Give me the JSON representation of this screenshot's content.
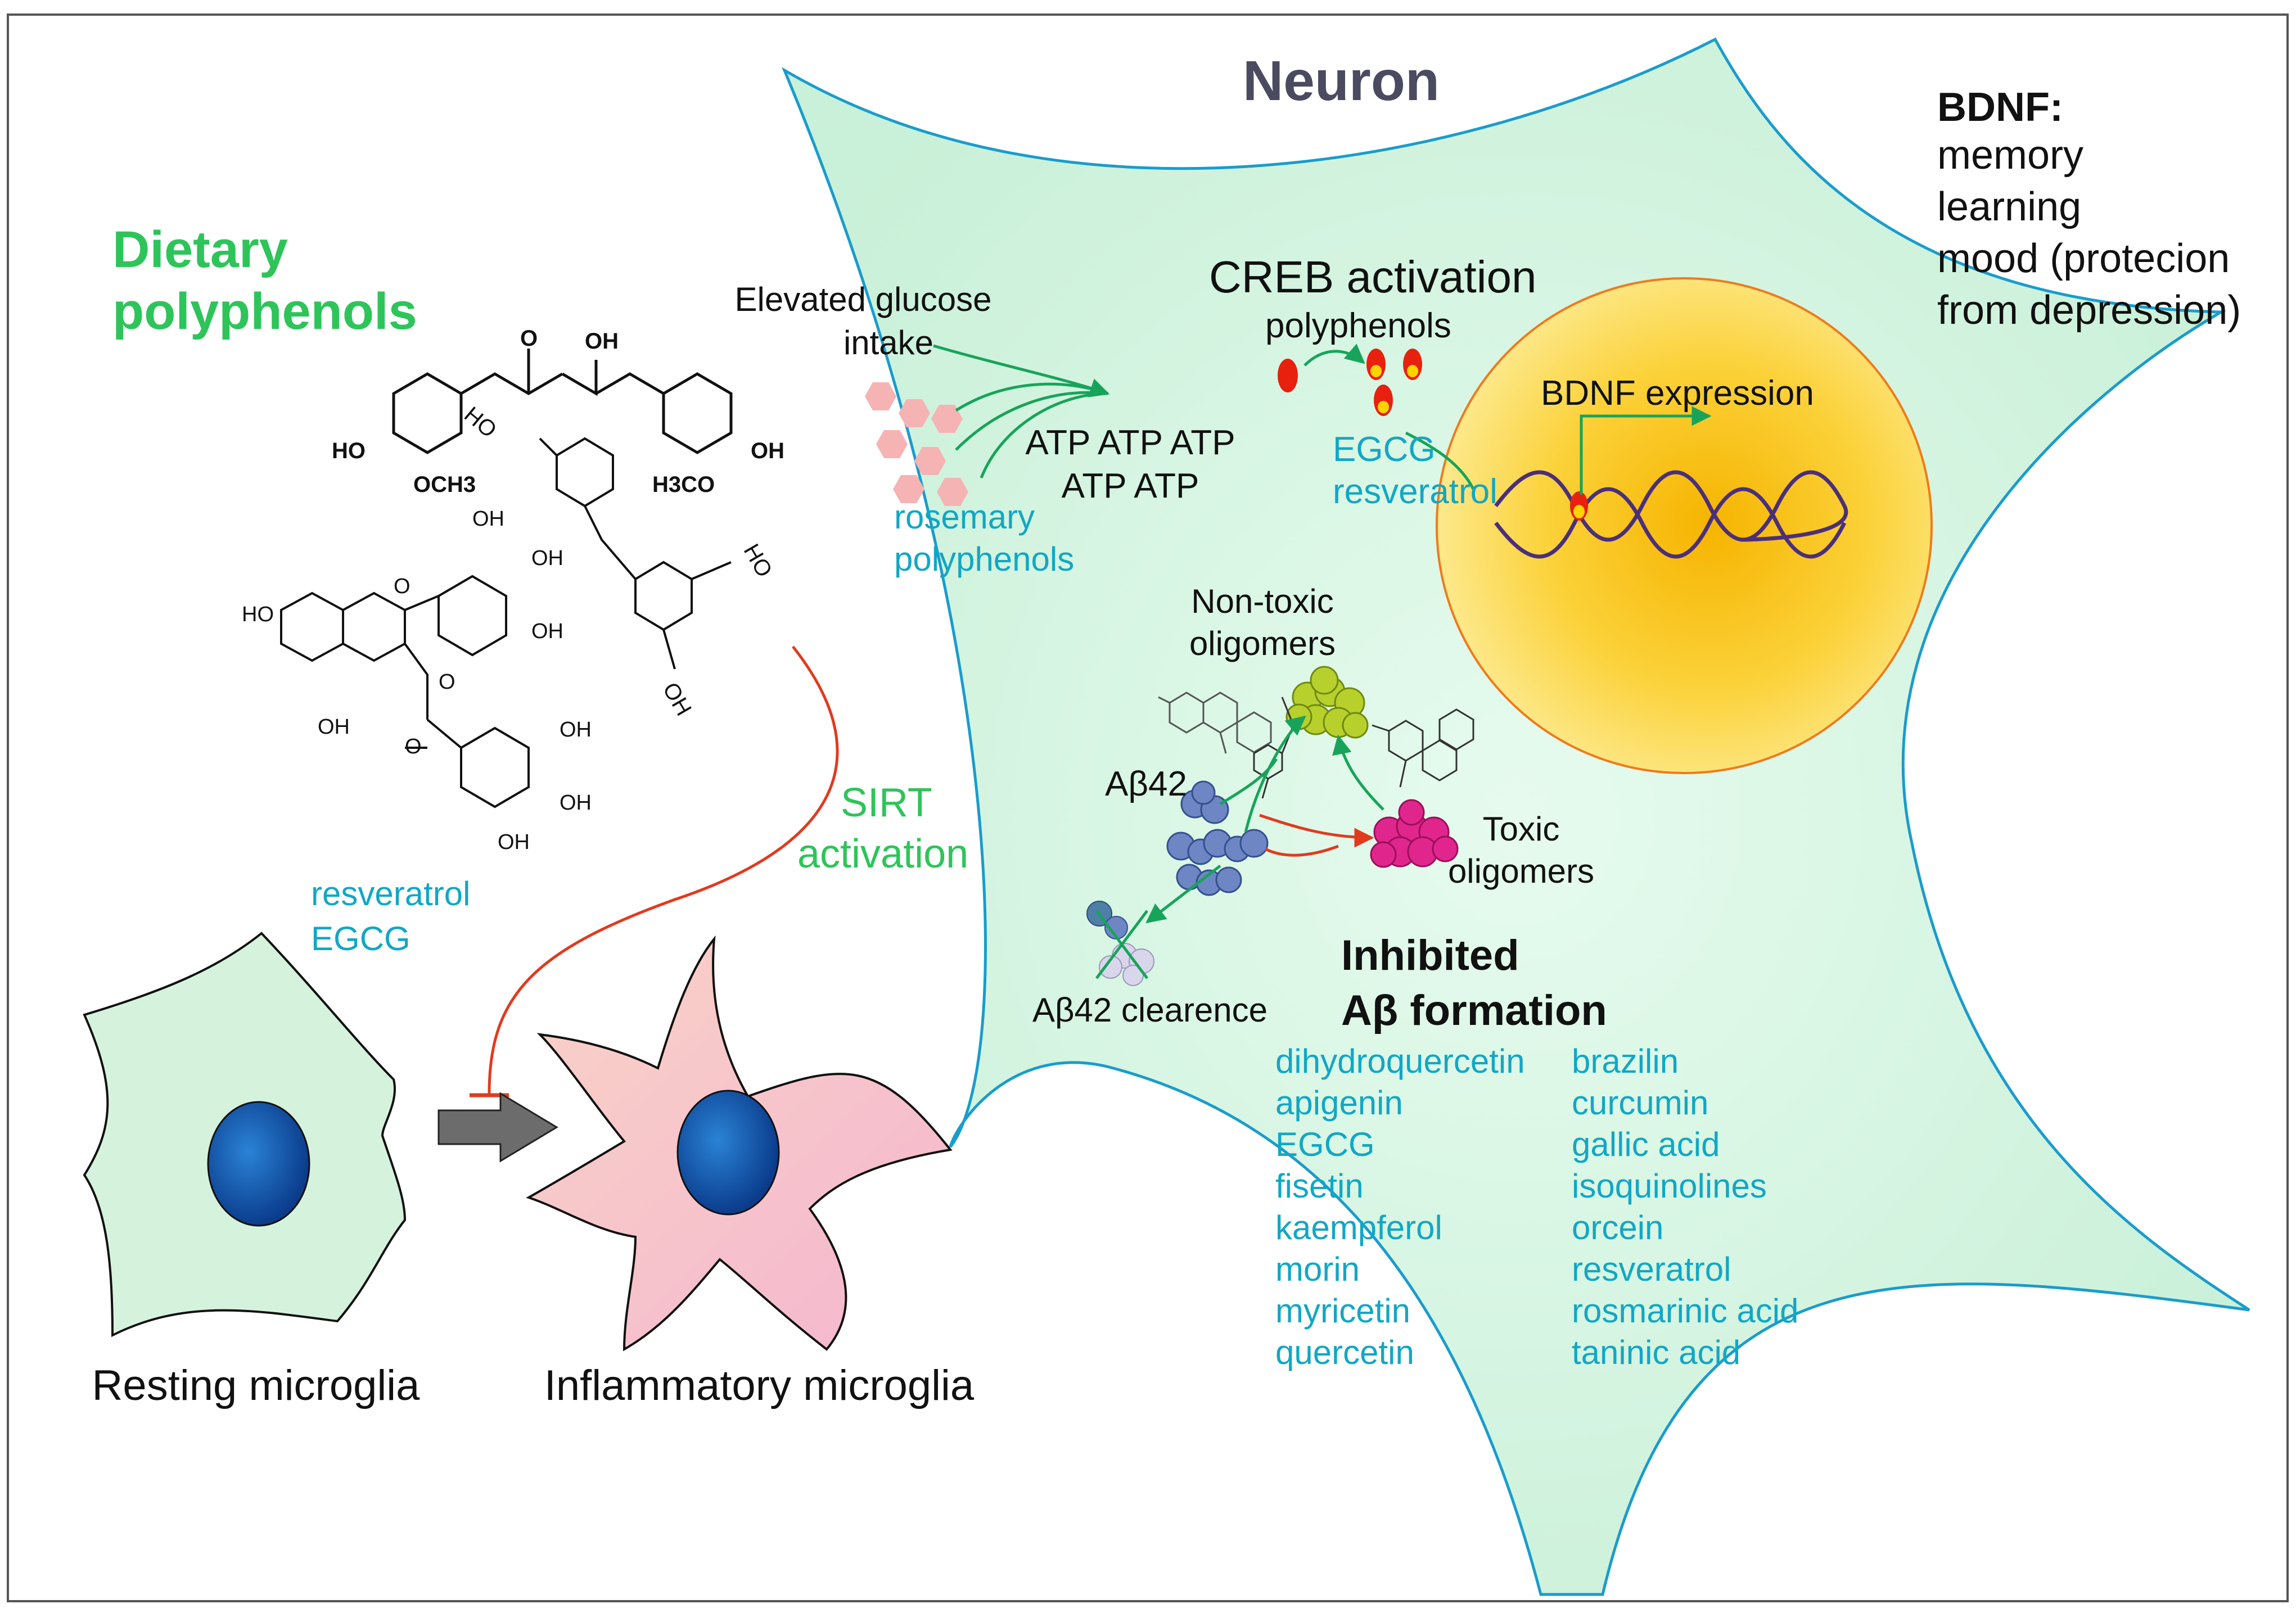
{
  "neuron_title": "Neuron",
  "dietary": {
    "line1": "Dietary",
    "line2": "polyphenols"
  },
  "bdnf": {
    "heading": "BDNF:",
    "items": [
      "memory",
      "learning",
      "mood (protecion",
      "from depression)"
    ]
  },
  "creb": {
    "title": "CREB activation",
    "polyphenols": "polyphenols",
    "compound1": "EGCG",
    "compound2": "resveratrol"
  },
  "bdnf_expression": "BDNF expression",
  "glucose": {
    "line1": "Elevated glucose",
    "line2": "intake"
  },
  "atp": {
    "line1": "ATP ATP ATP",
    "line2": "ATP ATP"
  },
  "rosemary": {
    "line1": "rosemary",
    "line2": "polyphenols"
  },
  "non_toxic": {
    "line1": "Non-toxic",
    "line2": "oligomers"
  },
  "toxic": {
    "line1": "Toxic",
    "line2": "oligomers"
  },
  "abeta42": "Aβ42",
  "abeta42_clearance": "Aβ42 clearence",
  "sirt": {
    "line1": "SIRT",
    "line2": "activation"
  },
  "microglia_compounds": [
    "resveratrol",
    "EGCG"
  ],
  "inhibited": {
    "line1": "Inhibited",
    "line2": "Aβ formation"
  },
  "inhibitors_left": [
    "dihydroquercetin",
    "apigenin",
    "EGCG",
    "fisetin",
    "kaempferol",
    "morin",
    "myricetin",
    "quercetin"
  ],
  "inhibitors_right": [
    "brazilin",
    "curcumin",
    "gallic acid",
    "isoquinolines",
    "orcein",
    "resveratrol",
    "rosmarinic acid",
    "taninic acid"
  ],
  "resting_microglia": "Resting microglia",
  "inflammatory_microglia": "Inflammatory microglia",
  "chem_labels": {
    "curcumin_ho_left": "HO",
    "curcumin_och3": "OCH3",
    "curcumin_o": "O",
    "curcumin_oh_top": "OH",
    "curcumin_h3co": "H3CO",
    "curcumin_oh_right": "OH",
    "resv_ho_top": "HO",
    "resv_ho_right": "HO",
    "resv_oh_bottom": "OH",
    "egcg_oh1": "OH",
    "egcg_oh2": "OH",
    "egcg_oh3": "OH",
    "egcg_ho": "HO",
    "egcg_o": "O",
    "egcg_oh4": "OH",
    "egcg_o2": "O",
    "egcg_o3": "O",
    "egcg_oh5": "OH",
    "egcg_oh6": "OH",
    "egcg_oh7": "OH"
  },
  "colors": {
    "green_text": "#2ec45a",
    "cyan_text": "#12a7c4",
    "title_gray": "#4a4a60",
    "neuron_fill": "#d9f5e4",
    "neuron_stroke": "#1a9ccc",
    "nucleus": "#f7c21a",
    "arrow_green": "#17a45a",
    "arrow_red": "#e23a1e"
  },
  "icons": [
    "neuron-outline",
    "nucleus",
    "dna-helix",
    "molecule-structure",
    "aggregate-cluster",
    "microglia-cell",
    "transition-arrow"
  ]
}
